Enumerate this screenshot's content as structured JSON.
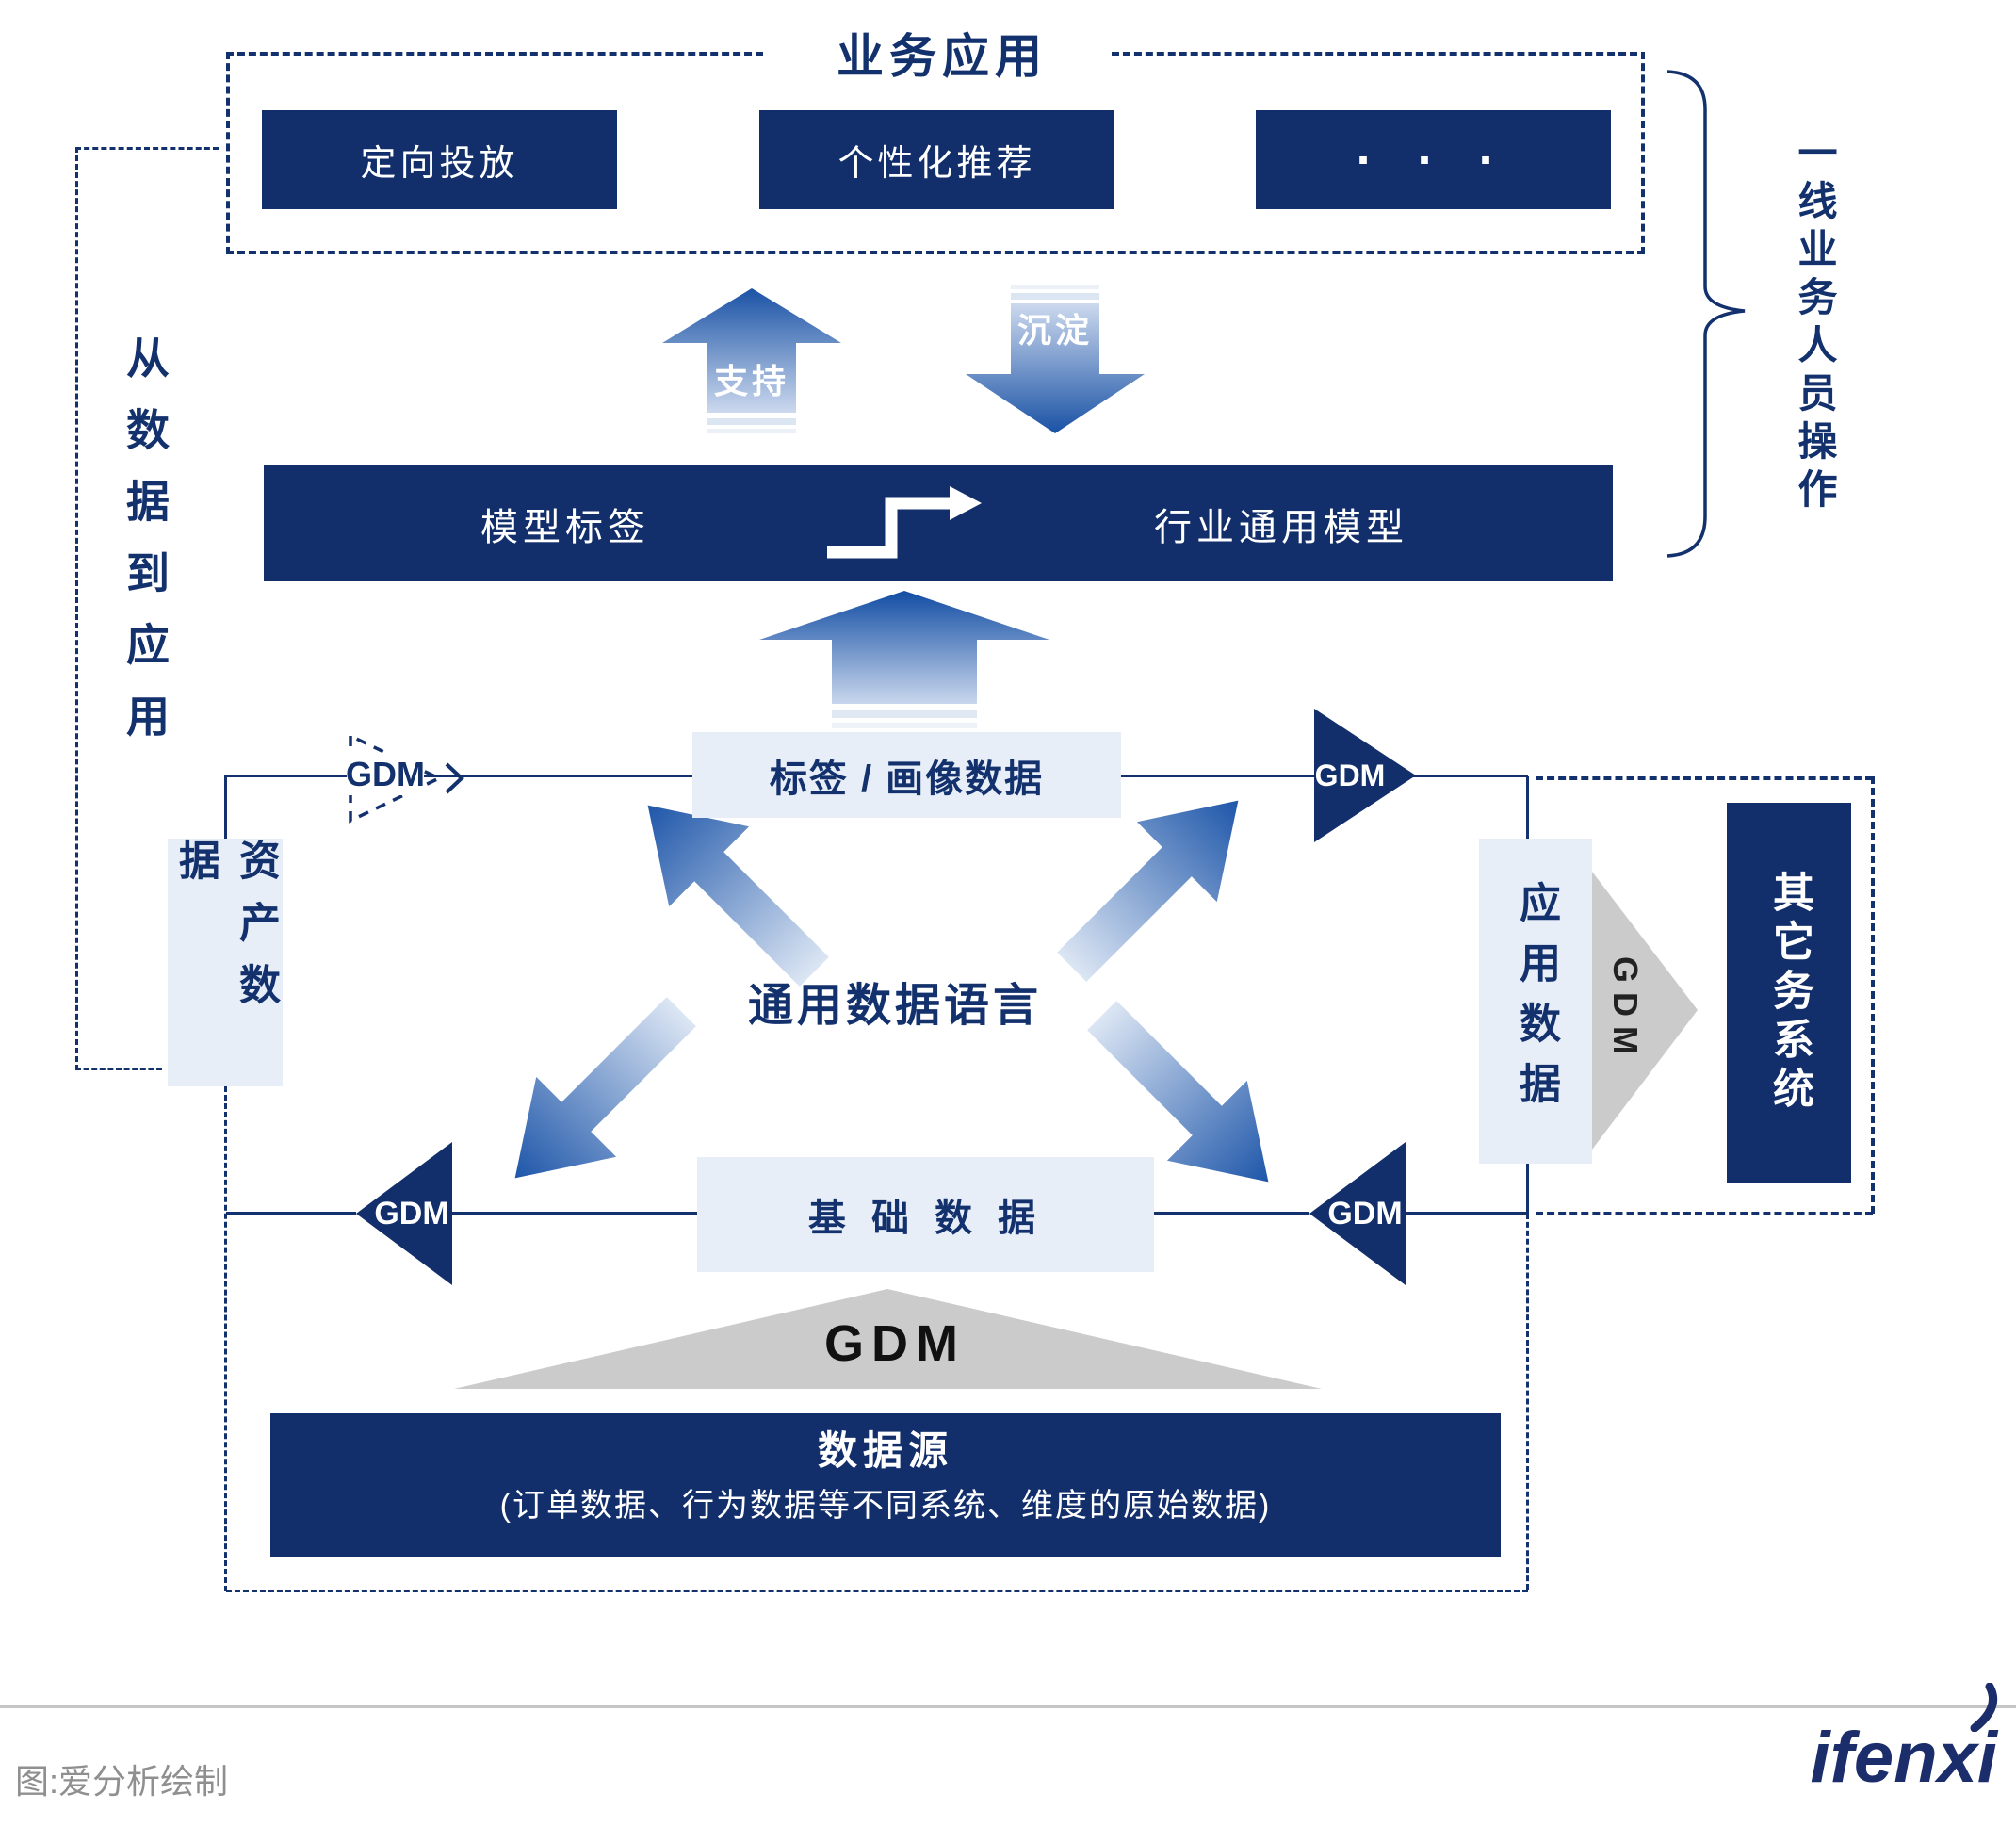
{
  "colors": {
    "navy": "#122f6b",
    "line_navy": "#13316d",
    "light_box": "#e8eef8",
    "gray_arrow": "#cbcbcb",
    "gradient_dark": "#1a52a5",
    "gradient_light": "#d6e2f3",
    "footer_gray": "#8f8f8f",
    "logo_navy": "#1b2e6b"
  },
  "header": {
    "title": "业务应用",
    "apps": [
      {
        "label": "定向投放"
      },
      {
        "label": "个性化推荐"
      },
      {
        "label": "· · ·"
      }
    ]
  },
  "flow_arrows": {
    "up_label": "支持",
    "down_label": "沉淀"
  },
  "model_bar": {
    "left_label": "模型标签",
    "right_label": "行业通用模型"
  },
  "annotations": {
    "left_path_label": "从数据到应用",
    "right_brace_label": "一线业务人员操作"
  },
  "gdm": {
    "label": "GDM"
  },
  "middle": {
    "tag_box": "标签 / 画像数据",
    "center_label": "通用数据语言",
    "base_box": "基 础 数 据",
    "asset_box": "资产数据",
    "app_box": "应用数据",
    "other_box": "其它务系统"
  },
  "bottom": {
    "source_title": "数据源",
    "source_subtitle": "(订单数据、行为数据等不同系统、维度的原始数据)"
  },
  "footer": {
    "caption": "图:爱分析绘制",
    "logo": "ifenxi"
  }
}
